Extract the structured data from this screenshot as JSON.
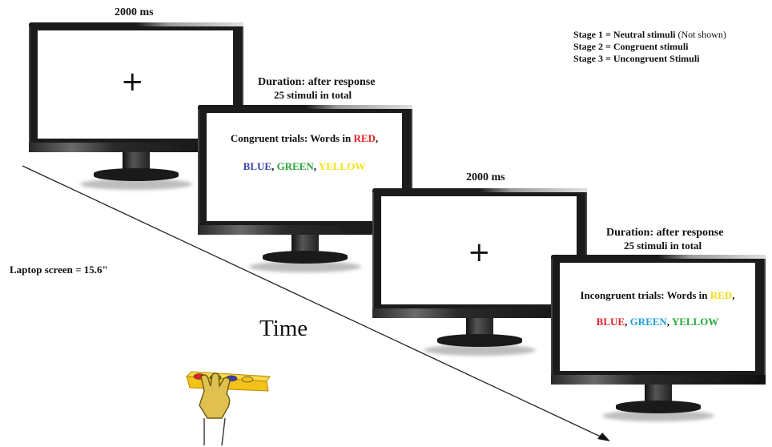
{
  "monitor1": {
    "label": "2000 ms",
    "content": "+"
  },
  "monitor2": {
    "label_line1": "Duration: after response",
    "label_line2": "25 stimuli in total",
    "line1_prefix": "Congruent trials: Words in ",
    "line1_word": "RED",
    "line1_suffix": ",",
    "words": [
      {
        "text": "BLUE",
        "color": "#3b3fa8",
        "sep": ", "
      },
      {
        "text": "GREEN",
        "color": "#27a83a",
        "sep": ", "
      },
      {
        "text": "YELLOW",
        "color": "#f2e21a",
        "sep": ""
      }
    ],
    "line1_word_color": "#e0202a"
  },
  "monitor3": {
    "label": "2000 ms",
    "content": "+"
  },
  "monitor4": {
    "label_line1": "Duration: after response",
    "label_line2": "25 stimuli in total",
    "line1_prefix": "Incongruent trials: Words in ",
    "line1_word": "RED",
    "line1_suffix": ",",
    "line1_word_color": "#f2dc1a",
    "words": [
      {
        "text": "BLUE",
        "color": "#e0202a",
        "sep": ", "
      },
      {
        "text": "GREEN",
        "color": "#1e9fd8",
        "sep": ", "
      },
      {
        "text": "YELLOW",
        "color": "#27a83a",
        "sep": ""
      }
    ]
  },
  "legend": [
    {
      "bold": "Stage 1 = Neutral stimuli",
      "normal": " (Not shown)"
    },
    {
      "bold": "Stage 2 = Congruent stimuli",
      "normal": ""
    },
    {
      "bold": "Stage 3 = Uncongruent Stimuli",
      "normal": ""
    }
  ],
  "laptop_label": "Laptop screen = 15.6\"",
  "time_label": "Time",
  "response_pad": {
    "button_colors": [
      "#e0202a",
      "#27a83a",
      "#3b3fa8",
      "#f2c21a"
    ]
  }
}
